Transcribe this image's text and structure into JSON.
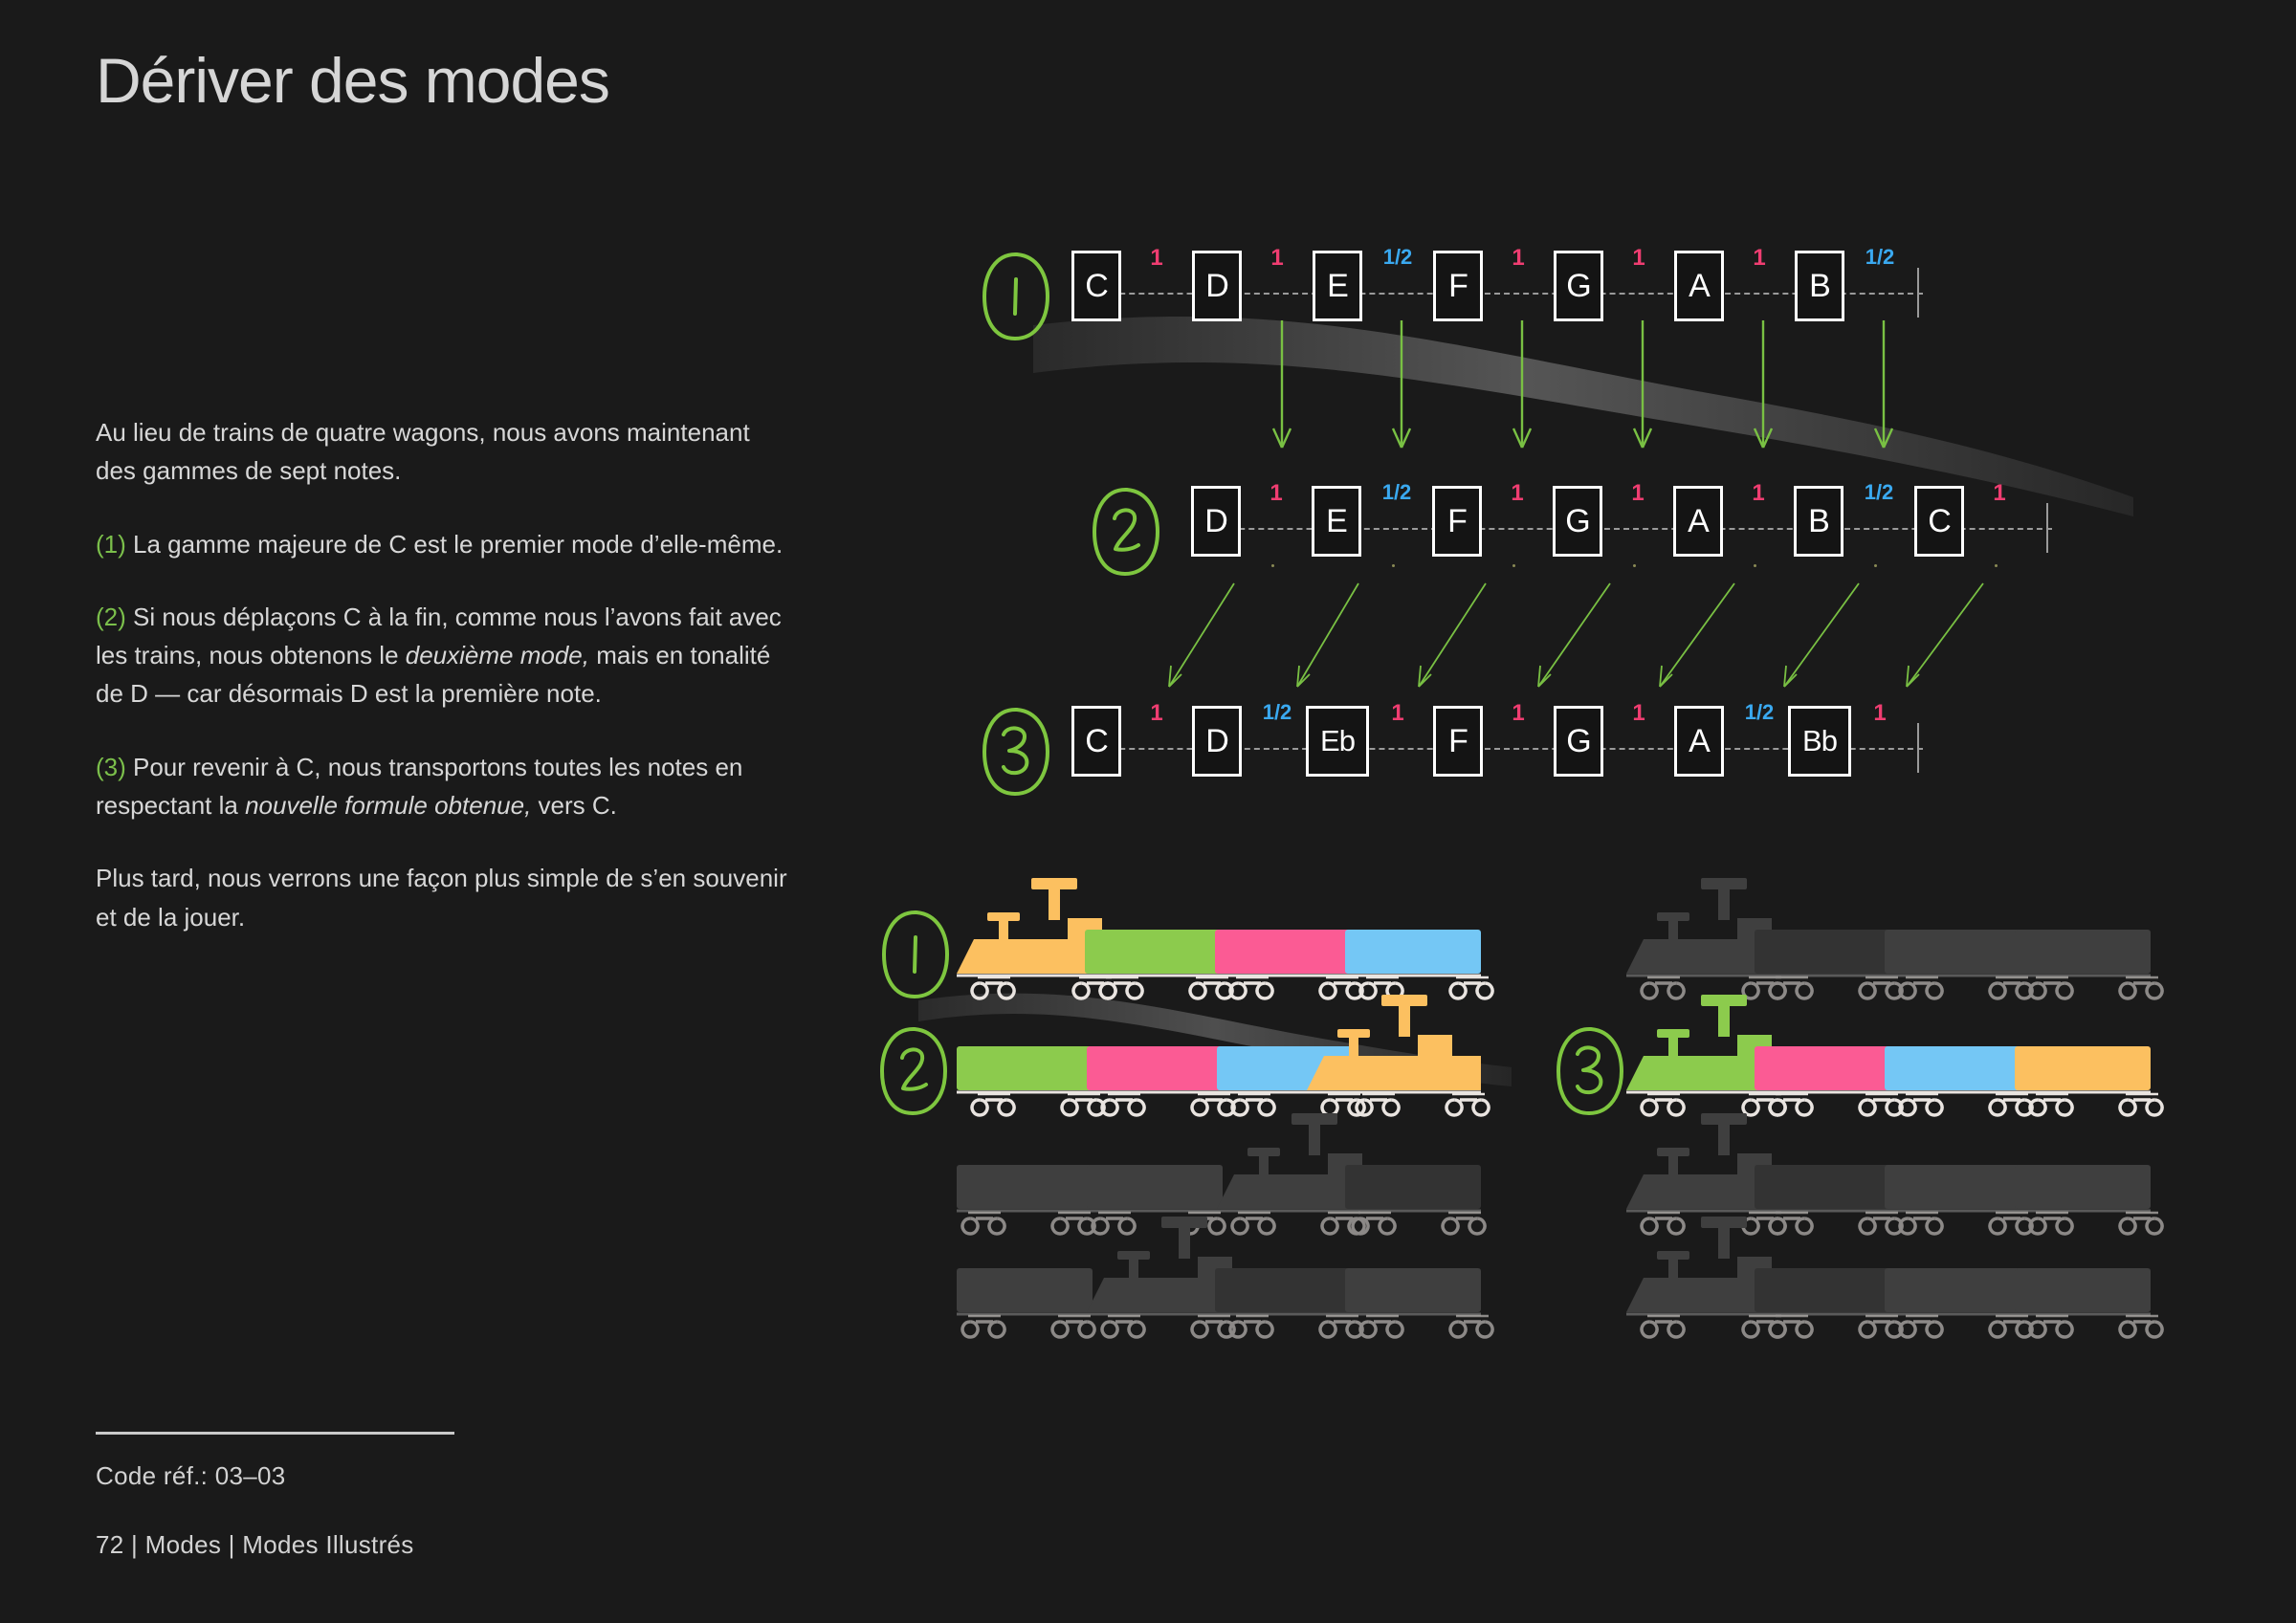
{
  "page": {
    "title": "Dériver des modes",
    "background_color": "#1a1a1a"
  },
  "copy": {
    "intro": "Au lieu de trains de quatre wagons, nous avons maintenant des gammes de sept notes.",
    "p1_num": "(1)",
    "p1_text": " La gamme majeure de C est le premier mode d’elle-même.",
    "p2_num": "(2)",
    "p2_a": " Si nous déplaçons C à la fin, comme nous l’avons fait avec les trains, nous obtenons le ",
    "p2_em": "deuxième mode,",
    "p2_b": " mais en tonalité de D — car désormais D est la première note.",
    "p3_num": "(3)",
    "p3_a": " Pour revenir à C, nous transportons toutes les notes en respectant la ",
    "p3_em": "nouvelle formule obtenue,",
    "p3_b": " vers C.",
    "outro": "Plus tard, nous verrons une façon plus simple de s’en souvenir et de la jouer."
  },
  "footer": {
    "code_ref": "Code réf.:  03–03",
    "page_line": "72 | Modes | Modes Illustrés"
  },
  "colors": {
    "accent_green": "#7bbf4b",
    "whole_step": "#ef3d71",
    "half_step": "#3aa9f0",
    "orange": "#fcc060",
    "green": "#8ccb4d",
    "pink": "#fb5b94",
    "blue": "#74c7f5",
    "ghost": "#3a3a3a",
    "text": "#d7d7d7"
  },
  "scales": [
    {
      "marker": "1",
      "notes": [
        "C",
        "D",
        "E",
        "F",
        "G",
        "A",
        "B"
      ],
      "intervals": [
        "1",
        "1",
        "1/2",
        "1",
        "1",
        "1",
        "1/2"
      ]
    },
    {
      "marker": "2",
      "notes": [
        "D",
        "E",
        "F",
        "G",
        "A",
        "B",
        "C"
      ],
      "intervals": [
        "1",
        "1/2",
        "1",
        "1",
        "1",
        "1/2",
        "1"
      ]
    },
    {
      "marker": "3",
      "notes": [
        "C",
        "D",
        "Eb",
        "F",
        "G",
        "A",
        "Bb"
      ],
      "intervals": [
        "1",
        "1/2",
        "1",
        "1",
        "1",
        "1/2",
        "1"
      ]
    }
  ],
  "trains": [
    {
      "marker": "1",
      "name": "train-row-1-left",
      "loco_index": 0,
      "loco_color": "#fcc060",
      "cars": [
        "#fcc060",
        "#8ccb4d",
        "#fb5b94",
        "#74c7f5"
      ]
    },
    {
      "marker": "",
      "name": "train-row-1-right-ghost",
      "loco_index": 0,
      "loco_color": "#3a3a3a",
      "cars": [
        "#3a3a3a",
        "#333333",
        "#3a3a3a",
        "#3a3a3a"
      ]
    },
    {
      "marker": "2",
      "name": "train-row-2-left",
      "loco_index": 3,
      "loco_color": "#fcc060",
      "cars": [
        "#8ccb4d",
        "#fb5b94",
        "#74c7f5",
        "#fcc060"
      ]
    },
    {
      "marker": "3",
      "name": "train-row-2-right",
      "loco_index": 0,
      "loco_color": "#8ccb4d",
      "cars": [
        "#8ccb4d",
        "#fb5b94",
        "#74c7f5",
        "#fcc060"
      ]
    },
    {
      "marker": "",
      "name": "train-row-3-left-ghost",
      "loco_index": 2,
      "loco_color": "#3a3a3a",
      "cars": [
        "#3a3a3a",
        "#3a3a3a",
        "#3a3a3a",
        "#333333"
      ]
    },
    {
      "marker": "",
      "name": "train-row-3-right-ghost",
      "loco_index": 0,
      "loco_color": "#3a3a3a",
      "cars": [
        "#3a3a3a",
        "#333333",
        "#3a3a3a",
        "#3a3a3a"
      ]
    },
    {
      "marker": "",
      "name": "train-row-4-left-ghost",
      "loco_index": 1,
      "loco_color": "#3a3a3a",
      "cars": [
        "#3a3a3a",
        "#3a3a3a",
        "#333333",
        "#3a3a3a"
      ]
    },
    {
      "marker": "",
      "name": "train-row-4-right-ghost",
      "loco_index": 0,
      "loco_color": "#3a3a3a",
      "cars": [
        "#3a3a3a",
        "#333333",
        "#3a3a3a",
        "#3a3a3a"
      ]
    }
  ]
}
